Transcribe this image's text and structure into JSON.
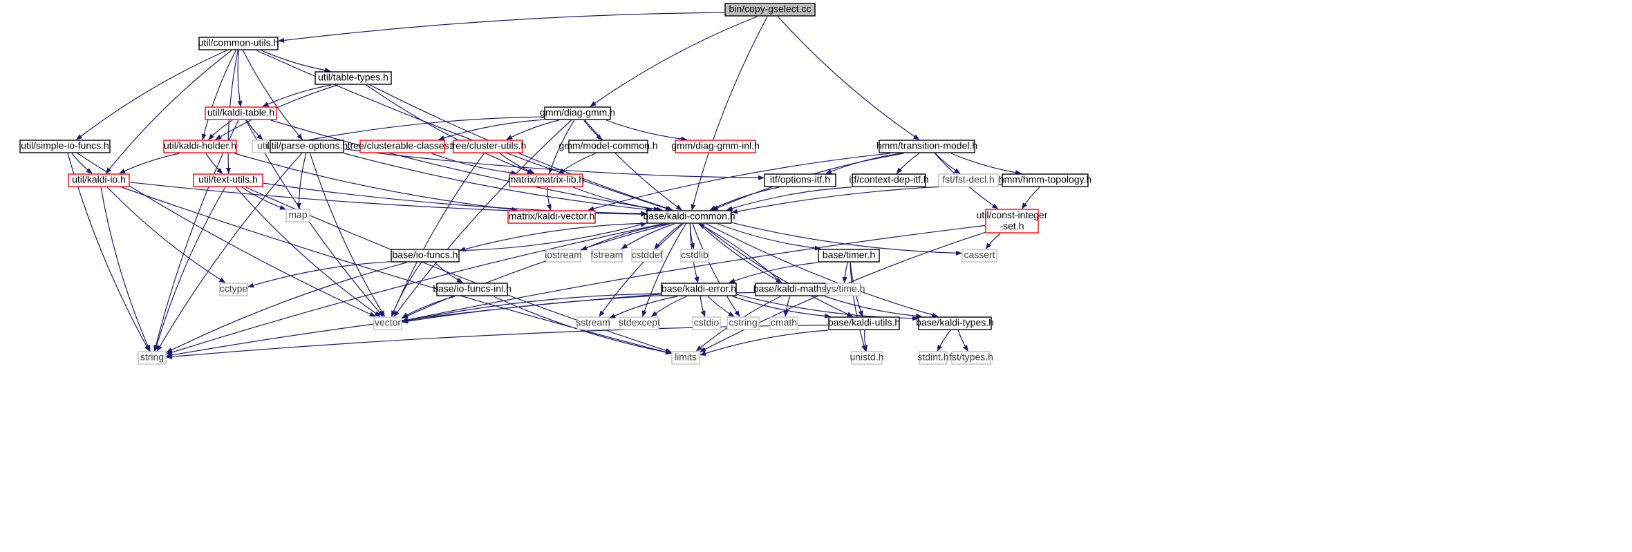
{
  "graph": {
    "colors": {
      "edge": "#191970",
      "node_border_documented": "#000000",
      "node_border_incomplete": "#ff0000",
      "node_border_system": "#bfbfbf",
      "root_fill": "#bfbfbf",
      "text_default": "#000000",
      "text_system": "#404040"
    },
    "nodes": [
      {
        "id": "copy",
        "label": "bin/copy-gselect.cc",
        "kind": "root"
      },
      {
        "id": "commonutils",
        "label": "util/common-utils.h",
        "kind": "doc"
      },
      {
        "id": "diaggmm",
        "label": "gmm/diag-gmm.h",
        "kind": "doc"
      },
      {
        "id": "transmodel",
        "label": "hmm/transition-model.h",
        "kind": "doc"
      },
      {
        "id": "tabletypes",
        "label": "util/table-types.h",
        "kind": "doc"
      },
      {
        "id": "kalditable",
        "label": "util/kaldi-table.h",
        "kind": "red"
      },
      {
        "id": "simpleio",
        "label": "util/simple-io-funcs.h",
        "kind": "doc"
      },
      {
        "id": "kaldiholder",
        "label": "util/kaldi-holder.h",
        "kind": "red"
      },
      {
        "id": "utility",
        "label": "utility",
        "kind": "sys"
      },
      {
        "id": "parseopt",
        "label": "util/parse-options.h",
        "kind": "doc"
      },
      {
        "id": "clusterable",
        "label": "tree/clusterable-classes.h",
        "kind": "red"
      },
      {
        "id": "clusterutils",
        "label": "tree/cluster-utils.h",
        "kind": "red"
      },
      {
        "id": "modelcommon",
        "label": "gmm/model-common.h",
        "kind": "doc"
      },
      {
        "id": "diaggmminl",
        "label": "gmm/diag-gmm-inl.h",
        "kind": "red"
      },
      {
        "id": "kaldiio",
        "label": "util/kaldi-io.h",
        "kind": "red"
      },
      {
        "id": "textutils",
        "label": "util/text-utils.h",
        "kind": "red"
      },
      {
        "id": "matrixlib",
        "label": "matrix/matrix-lib.h",
        "kind": "red"
      },
      {
        "id": "optionsitf",
        "label": "itf/options-itf.h",
        "kind": "doc"
      },
      {
        "id": "contextdep",
        "label": "itf/context-dep-itf.h",
        "kind": "doc"
      },
      {
        "id": "fstdecl",
        "label": "fst/fst-decl.h",
        "kind": "sys"
      },
      {
        "id": "hmmtopo",
        "label": "hmm/hmm-topology.h",
        "kind": "doc"
      },
      {
        "id": "map",
        "label": "map",
        "kind": "sys"
      },
      {
        "id": "kaldivector",
        "label": "matrix/kaldi-vector.h",
        "kind": "red"
      },
      {
        "id": "kaldicommon",
        "label": "base/kaldi-common.h",
        "kind": "doc"
      },
      {
        "id": "constint",
        "label": "util/const-integer",
        "label2": "-set.h",
        "kind": "red"
      },
      {
        "id": "iostream",
        "label": "iostream",
        "kind": "sys"
      },
      {
        "id": "fstream",
        "label": "fstream",
        "kind": "sys"
      },
      {
        "id": "cstddef",
        "label": "cstddef",
        "kind": "sys"
      },
      {
        "id": "cstdlib",
        "label": "cstdlib",
        "kind": "sys"
      },
      {
        "id": "cassert",
        "label": "cassert",
        "kind": "sys"
      },
      {
        "id": "iofuncs",
        "label": "base/io-funcs.h",
        "kind": "doc"
      },
      {
        "id": "timer",
        "label": "base/timer.h",
        "kind": "doc"
      },
      {
        "id": "cctype",
        "label": "cctype",
        "kind": "sys"
      },
      {
        "id": "iofuncsinl",
        "label": "base/io-funcs-inl.h",
        "kind": "doc"
      },
      {
        "id": "kaldimath",
        "label": "base/kaldi-math.h",
        "kind": "doc"
      },
      {
        "id": "kaldierror",
        "label": "base/kaldi-error.h",
        "kind": "doc"
      },
      {
        "id": "systime",
        "label": "sys/time.h",
        "kind": "sys"
      },
      {
        "id": "vector",
        "label": "vector",
        "kind": "sys"
      },
      {
        "id": "sstream",
        "label": "sstream",
        "kind": "sys"
      },
      {
        "id": "stdexcept",
        "label": "stdexcept",
        "kind": "sys"
      },
      {
        "id": "cstdio",
        "label": "cstdio",
        "kind": "sys"
      },
      {
        "id": "cstring",
        "label": "cstring",
        "kind": "sys"
      },
      {
        "id": "cmath",
        "label": "cmath",
        "kind": "sys"
      },
      {
        "id": "kaldiutils",
        "label": "base/kaldi-utils.h",
        "kind": "doc"
      },
      {
        "id": "kalditypes",
        "label": "base/kaldi-types.h",
        "kind": "doc"
      },
      {
        "id": "string",
        "label": "string",
        "kind": "sys"
      },
      {
        "id": "limits",
        "label": "limits",
        "kind": "sys"
      },
      {
        "id": "unistd",
        "label": "unistd.h",
        "kind": "sys"
      },
      {
        "id": "stdint",
        "label": "stdint.h",
        "kind": "sys"
      },
      {
        "id": "fsttypes",
        "label": "fst/types.h",
        "kind": "sys"
      }
    ],
    "edges": [
      [
        "copy",
        "commonutils"
      ],
      [
        "copy",
        "diaggmm"
      ],
      [
        "copy",
        "transmodel"
      ],
      [
        "copy",
        "kaldicommon"
      ],
      [
        "commonutils",
        "tabletypes"
      ],
      [
        "commonutils",
        "kalditable"
      ],
      [
        "commonutils",
        "simpleio"
      ],
      [
        "commonutils",
        "kaldiholder"
      ],
      [
        "commonutils",
        "parseopt"
      ],
      [
        "commonutils",
        "kaldiio"
      ],
      [
        "commonutils",
        "textutils"
      ],
      [
        "commonutils",
        "kaldicommon"
      ],
      [
        "tabletypes",
        "kalditable"
      ],
      [
        "tabletypes",
        "kaldiholder"
      ],
      [
        "tabletypes",
        "matrixlib"
      ],
      [
        "tabletypes",
        "kaldicommon"
      ],
      [
        "kalditable",
        "kaldiholder"
      ],
      [
        "kalditable",
        "utility"
      ],
      [
        "kalditable",
        "string"
      ],
      [
        "kalditable",
        "vector"
      ],
      [
        "kalditable",
        "kaldicommon"
      ],
      [
        "diaggmm",
        "utility"
      ],
      [
        "diaggmm",
        "clusterable"
      ],
      [
        "diaggmm",
        "clusterutils"
      ],
      [
        "diaggmm",
        "modelcommon"
      ],
      [
        "diaggmm",
        "diaggmminl"
      ],
      [
        "diaggmm",
        "matrixlib"
      ],
      [
        "diaggmm",
        "vector"
      ],
      [
        "diaggmm",
        "kaldicommon"
      ],
      [
        "transmodel",
        "optionsitf"
      ],
      [
        "transmodel",
        "contextdep"
      ],
      [
        "transmodel",
        "fstdecl"
      ],
      [
        "transmodel",
        "hmmtopo"
      ],
      [
        "transmodel",
        "constint"
      ],
      [
        "transmodel",
        "kaldivector"
      ],
      [
        "transmodel",
        "kaldicommon"
      ],
      [
        "simpleio",
        "kaldiio"
      ],
      [
        "simpleio",
        "string"
      ],
      [
        "simpleio",
        "vector"
      ],
      [
        "kaldiholder",
        "kaldiio"
      ],
      [
        "kaldiholder",
        "textutils"
      ],
      [
        "kaldiholder",
        "kaldivector"
      ],
      [
        "parseopt",
        "map"
      ],
      [
        "parseopt",
        "vector"
      ],
      [
        "parseopt",
        "string"
      ],
      [
        "parseopt",
        "optionsitf"
      ],
      [
        "parseopt",
        "kaldicommon"
      ],
      [
        "clusterable",
        "matrixlib"
      ],
      [
        "clusterutils",
        "matrixlib"
      ],
      [
        "clusterutils",
        "vector"
      ],
      [
        "modelcommon",
        "matrixlib"
      ],
      [
        "kaldiio",
        "kaldicommon"
      ],
      [
        "kaldiio",
        "cctype"
      ],
      [
        "kaldiio",
        "string"
      ],
      [
        "kaldiio",
        "limits"
      ],
      [
        "textutils",
        "map"
      ],
      [
        "textutils",
        "vector"
      ],
      [
        "textutils",
        "string"
      ],
      [
        "textutils",
        "limits"
      ],
      [
        "textutils",
        "kaldicommon"
      ],
      [
        "matrixlib",
        "kaldivector"
      ],
      [
        "matrixlib",
        "kaldicommon"
      ],
      [
        "optionsitf",
        "kaldicommon"
      ],
      [
        "contextdep",
        "kaldicommon"
      ],
      [
        "hmmtopo",
        "kaldicommon"
      ],
      [
        "hmmtopo",
        "constint"
      ],
      [
        "constint",
        "cassert"
      ],
      [
        "constint",
        "vector"
      ],
      [
        "constint",
        "limits"
      ],
      [
        "kaldicommon",
        "iostream"
      ],
      [
        "kaldicommon",
        "fstream"
      ],
      [
        "kaldicommon",
        "cstddef"
      ],
      [
        "kaldicommon",
        "cstdlib"
      ],
      [
        "kaldicommon",
        "cassert"
      ],
      [
        "kaldicommon",
        "iofuncs"
      ],
      [
        "kaldicommon",
        "timer"
      ],
      [
        "kaldicommon",
        "kaldimath"
      ],
      [
        "kaldicommon",
        "kaldierror"
      ],
      [
        "kaldicommon",
        "kaldiutils"
      ],
      [
        "kaldicommon",
        "kalditypes"
      ],
      [
        "kaldicommon",
        "string"
      ],
      [
        "kaldicommon",
        "vector"
      ],
      [
        "kaldicommon",
        "sstream"
      ],
      [
        "kaldicommon",
        "stdexcept"
      ],
      [
        "kaldicommon",
        "cstring"
      ],
      [
        "iofuncs",
        "kaldicommon"
      ],
      [
        "iofuncs",
        "cctype"
      ],
      [
        "iofuncs",
        "vector"
      ],
      [
        "iofuncs",
        "string"
      ],
      [
        "iofuncs",
        "iofuncsinl"
      ],
      [
        "iofuncsinl",
        "vector"
      ],
      [
        "iofuncsinl",
        "limits"
      ],
      [
        "timer",
        "systime"
      ],
      [
        "timer",
        "kaldierror"
      ],
      [
        "timer",
        "kaldiutils"
      ],
      [
        "timer",
        "unistd"
      ],
      [
        "kaldimath",
        "kaldicommon"
      ],
      [
        "kaldimath",
        "vector"
      ],
      [
        "kaldimath",
        "cmath"
      ],
      [
        "kaldimath",
        "limits"
      ],
      [
        "kaldimath",
        "kalditypes"
      ],
      [
        "kaldierror",
        "vector"
      ],
      [
        "kaldierror",
        "sstream"
      ],
      [
        "kaldierror",
        "stdexcept"
      ],
      [
        "kaldierror",
        "cstdio"
      ],
      [
        "kaldierror",
        "cstring"
      ],
      [
        "kaldierror",
        "string"
      ],
      [
        "kaldierror",
        "kaldiutils"
      ],
      [
        "kaldierror",
        "kalditypes"
      ],
      [
        "kaldiutils",
        "string"
      ],
      [
        "kaldiutils",
        "limits"
      ],
      [
        "kaldiutils",
        "unistd"
      ],
      [
        "kalditypes",
        "stdint"
      ],
      [
        "kalditypes",
        "fsttypes"
      ]
    ]
  }
}
